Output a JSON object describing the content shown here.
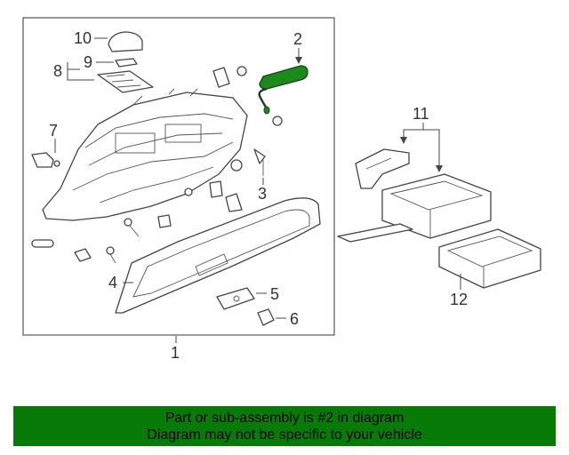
{
  "callouts": {
    "c1": "1",
    "c2": "2",
    "c3": "3",
    "c4": "4",
    "c5": "5",
    "c6": "6",
    "c7": "7",
    "c8": "8",
    "c9": "9",
    "c10": "10",
    "c11": "11",
    "c12": "12"
  },
  "highlight_color": "#1a8a1a",
  "banner": {
    "line1": "Part or sub-assembly is #2 in diagram",
    "line2": "Diagram may not be specific to your vehicle",
    "background": "#077a07"
  }
}
